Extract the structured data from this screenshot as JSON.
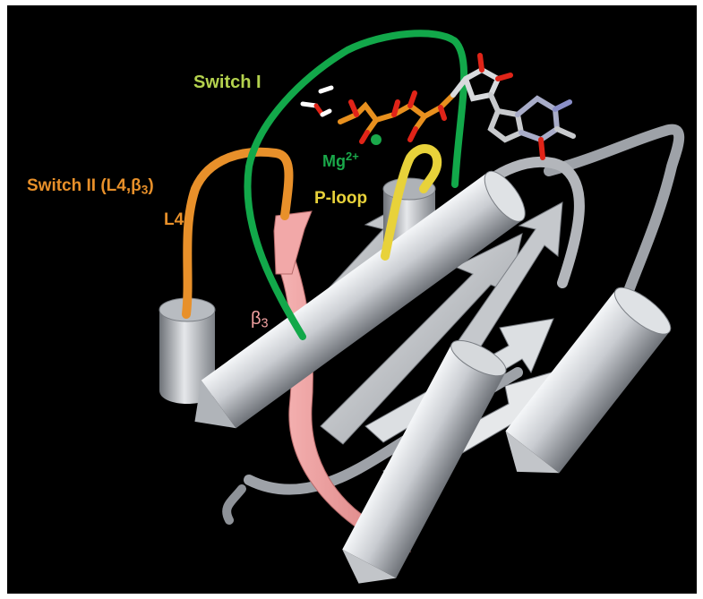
{
  "labels": {
    "switch1": "Switch I",
    "switch2_main": "Switch II (L4,β",
    "switch2_sub": "3",
    "switch2_close": ")",
    "l4": "L4",
    "mg_base": "Mg",
    "mg_sup": "2+",
    "ploop": "P-loop",
    "beta_base": "β",
    "beta_sub": "3"
  },
  "colors": {
    "background": "#000000",
    "frame": "#ffffff",
    "switch1": "#12a84a",
    "switch1_label": "#b4d24e",
    "switch2": "#e8902a",
    "ploop": "#e8d23a",
    "beta3": "#f0a0a0",
    "mg": "#1aa84a",
    "protein": "#c9ccd1",
    "phosphorus": "#e8901e",
    "oxygen": "#e02418"
  }
}
